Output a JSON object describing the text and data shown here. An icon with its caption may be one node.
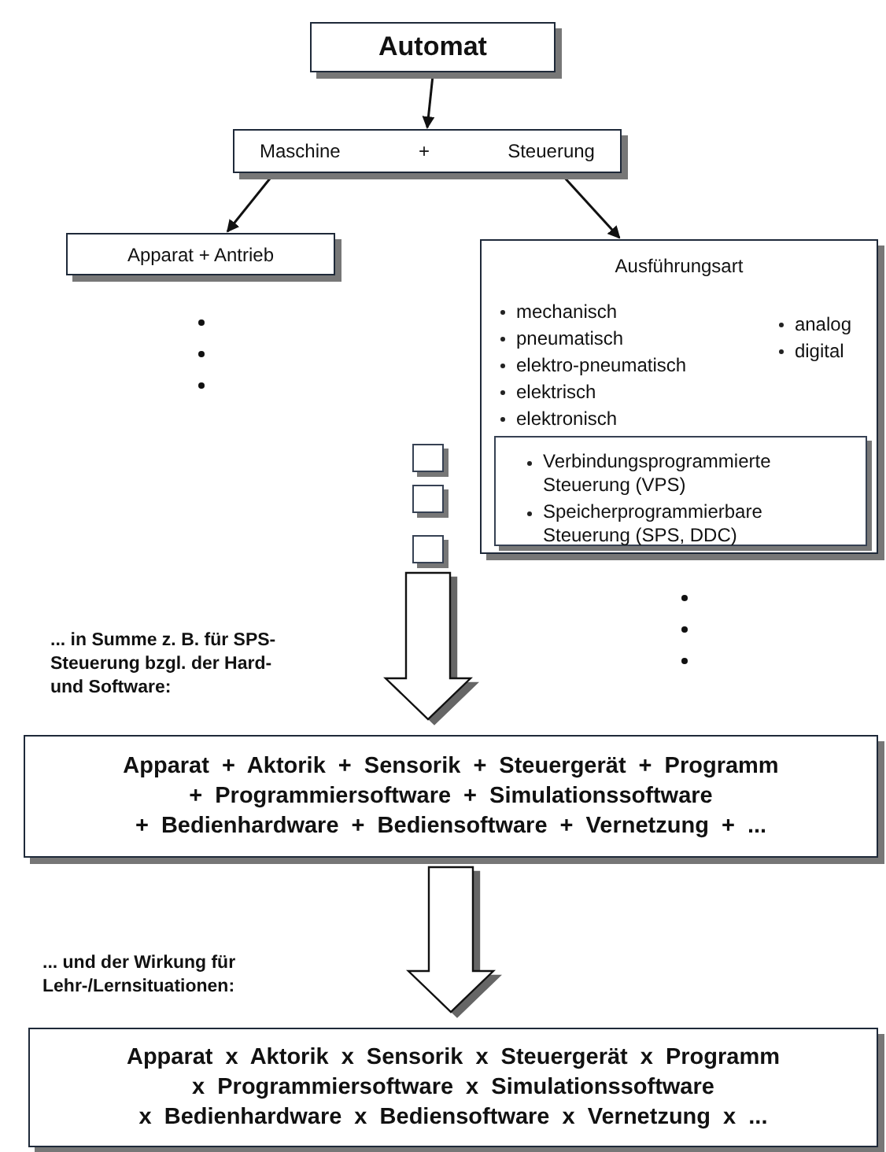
{
  "diagram": {
    "nodes": [
      {
        "text": [
          "Automat"
        ]
      },
      {
        "text": [
          "Maschine",
          "+",
          "Steuerung"
        ]
      },
      {
        "text": [
          "Apparat + Antrieb"
        ]
      },
      {
        "text": [
          "Ausführungsart",
          "mechanisch",
          "pneumatisch",
          "elektro-pneumatisch",
          "elektrisch",
          "elektronisch",
          "analog",
          "digital"
        ]
      },
      {
        "text": [
          "Verbindungsprogrammierte Steuerung (VPS)",
          "Speicherprogrammierbare Steuerung (SPS, DDC)"
        ],
        "in": 3
      },
      {
        "text": [],
        "shape": "box"
      },
      {
        "text": [],
        "shape": "box"
      },
      {
        "text": [],
        "shape": "box"
      },
      {
        "text": [
          "Apparat + Aktorik + Sensorik + Steuergerät + Programm",
          "+ Programmiersoftware + Simulationssoftware",
          "+ Bedienhardware + Bediensoftware + Vernetzung + ..."
        ]
      },
      {
        "text": [
          "Apparat x Aktorik x Sensorik x Steuergerät x Programm",
          "x Programmiersoftware x Simulationssoftware",
          "x Bedienhardware x Bediensoftware x Vernetzung x ..."
        ]
      }
    ],
    "edges": [
      {
        "from": 0,
        "to": 1,
        "arrow": "to"
      },
      {
        "from": 1,
        "to": 2,
        "arrow": "to"
      },
      {
        "from": 1,
        "to": 3,
        "arrow": "to"
      },
      {
        "from": 7,
        "to": 8,
        "arrow": "to",
        "style": "thick"
      },
      {
        "from": 8,
        "to": 9,
        "arrow": "to",
        "style": "thick"
      }
    ],
    "labels": [
      "... in Summe z. B. für SPS-Steuerung bzgl. der Hard- und Software:",
      "... und der Wirkung für Lehr-/Lernsituationen:"
    ]
  }
}
